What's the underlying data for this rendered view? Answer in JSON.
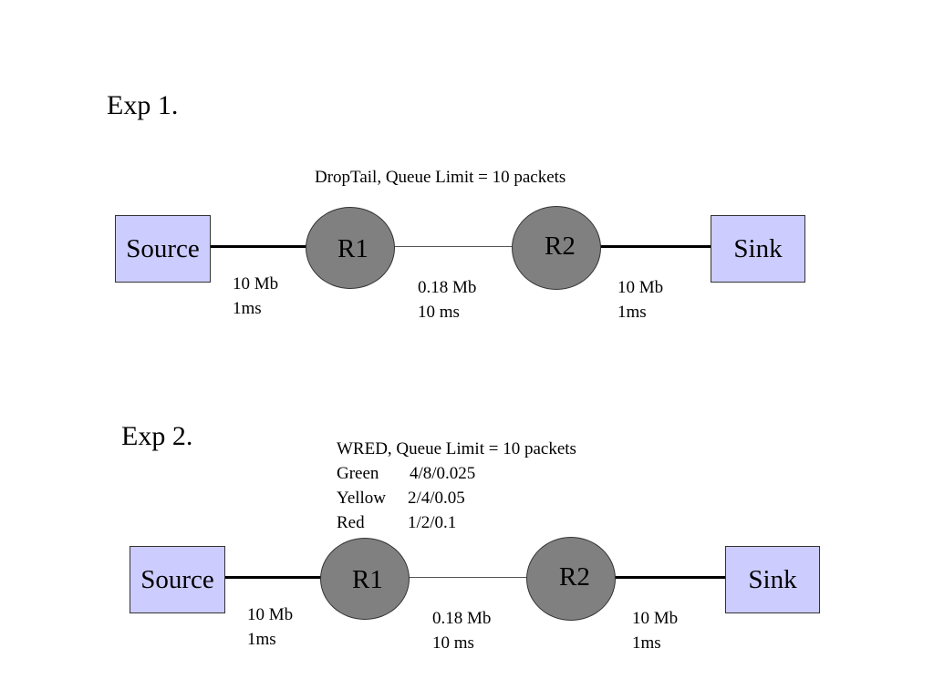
{
  "exp1": {
    "title": "Exp 1.",
    "queue": "DropTail, Queue Limit = 10 packets",
    "source": "Source",
    "r1": "R1",
    "r2": "R2",
    "sink": "Sink",
    "link1": {
      "bw": "10 Mb",
      "delay": "1ms"
    },
    "link2": {
      "bw": "0.18 Mb",
      "delay": "10 ms"
    },
    "link3": {
      "bw": "10 Mb",
      "delay": "1ms"
    }
  },
  "exp2": {
    "title": "Exp 2.",
    "queue": "WRED, Queue Limit = 10 packets",
    "params": [
      {
        "color": "Green",
        "value": "4/8/0.025"
      },
      {
        "color": "Yellow",
        "value": "2/4/0.05"
      },
      {
        "color": "Red",
        "value": "1/2/0.1"
      }
    ],
    "source": "Source",
    "r1": "R1",
    "r2": "R2",
    "sink": "Sink",
    "link1": {
      "bw": "10 Mb",
      "delay": "1ms"
    },
    "link2": {
      "bw": "0.18 Mb",
      "delay": "10 ms"
    },
    "link3": {
      "bw": "10 Mb",
      "delay": "1ms"
    }
  },
  "colors": {
    "host_fill": "#ccccff",
    "router_fill": "#808080"
  }
}
